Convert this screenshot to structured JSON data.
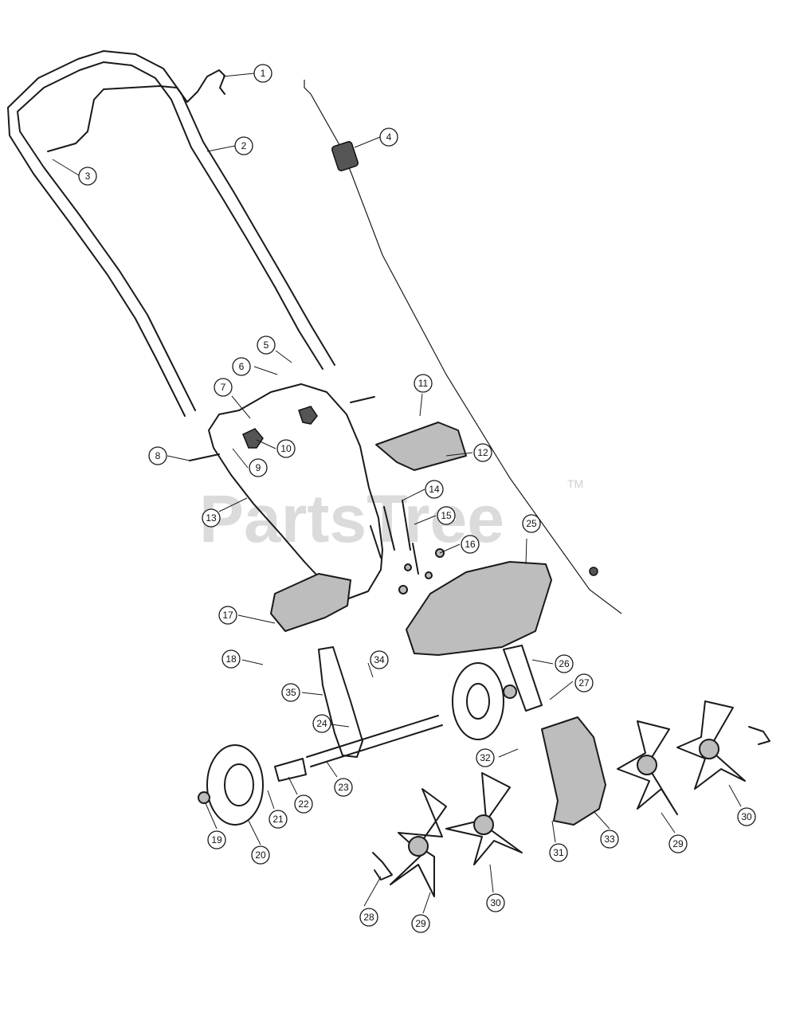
{
  "watermark": {
    "text": "PartsTree",
    "trademark": "TM"
  },
  "callouts": [
    {
      "label": "1"
    },
    {
      "label": "2"
    },
    {
      "label": "3"
    },
    {
      "label": "4"
    },
    {
      "label": "5"
    },
    {
      "label": "6"
    },
    {
      "label": "7"
    },
    {
      "label": "8"
    },
    {
      "label": "9"
    },
    {
      "label": "10"
    },
    {
      "label": "11"
    },
    {
      "label": "12"
    },
    {
      "label": "13"
    },
    {
      "label": "14"
    },
    {
      "label": "15"
    },
    {
      "label": "16"
    },
    {
      "label": "17"
    },
    {
      "label": "18"
    },
    {
      "label": "19"
    },
    {
      "label": "20"
    },
    {
      "label": "21"
    },
    {
      "label": "22"
    },
    {
      "label": "23"
    },
    {
      "label": "24"
    },
    {
      "label": "25"
    },
    {
      "label": "26"
    },
    {
      "label": "27"
    },
    {
      "label": "28"
    },
    {
      "label": "29"
    },
    {
      "label": "30"
    },
    {
      "label": "31"
    },
    {
      "label": "32"
    },
    {
      "label": "33"
    },
    {
      "label": "34"
    },
    {
      "label": "35"
    },
    {
      "label": "29"
    },
    {
      "label": "30"
    }
  ]
}
